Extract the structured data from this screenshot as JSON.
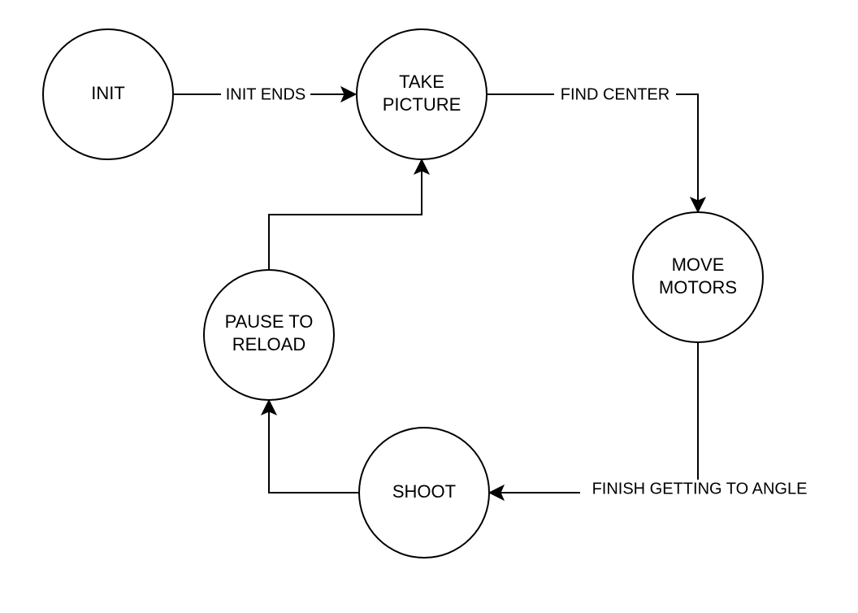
{
  "nodes": {
    "init": {
      "lines": [
        "INIT"
      ]
    },
    "take_picture": {
      "lines": [
        "TAKE",
        "PICTURE"
      ]
    },
    "move_motors": {
      "lines": [
        "MOVE",
        "MOTORS"
      ]
    },
    "shoot": {
      "lines": [
        "SHOOT"
      ]
    },
    "pause_to_reload": {
      "lines": [
        "PAUSE TO",
        "RELOAD"
      ]
    }
  },
  "edges": {
    "init_to_take_picture": {
      "label": "INIT ENDS"
    },
    "take_picture_to_move_motors": {
      "label": "FIND CENTER"
    },
    "move_motors_to_shoot": {
      "label": "FINISH GETTING TO ANGLE"
    },
    "shoot_to_pause": {
      "label": ""
    },
    "pause_to_take_picture": {
      "label": ""
    }
  }
}
